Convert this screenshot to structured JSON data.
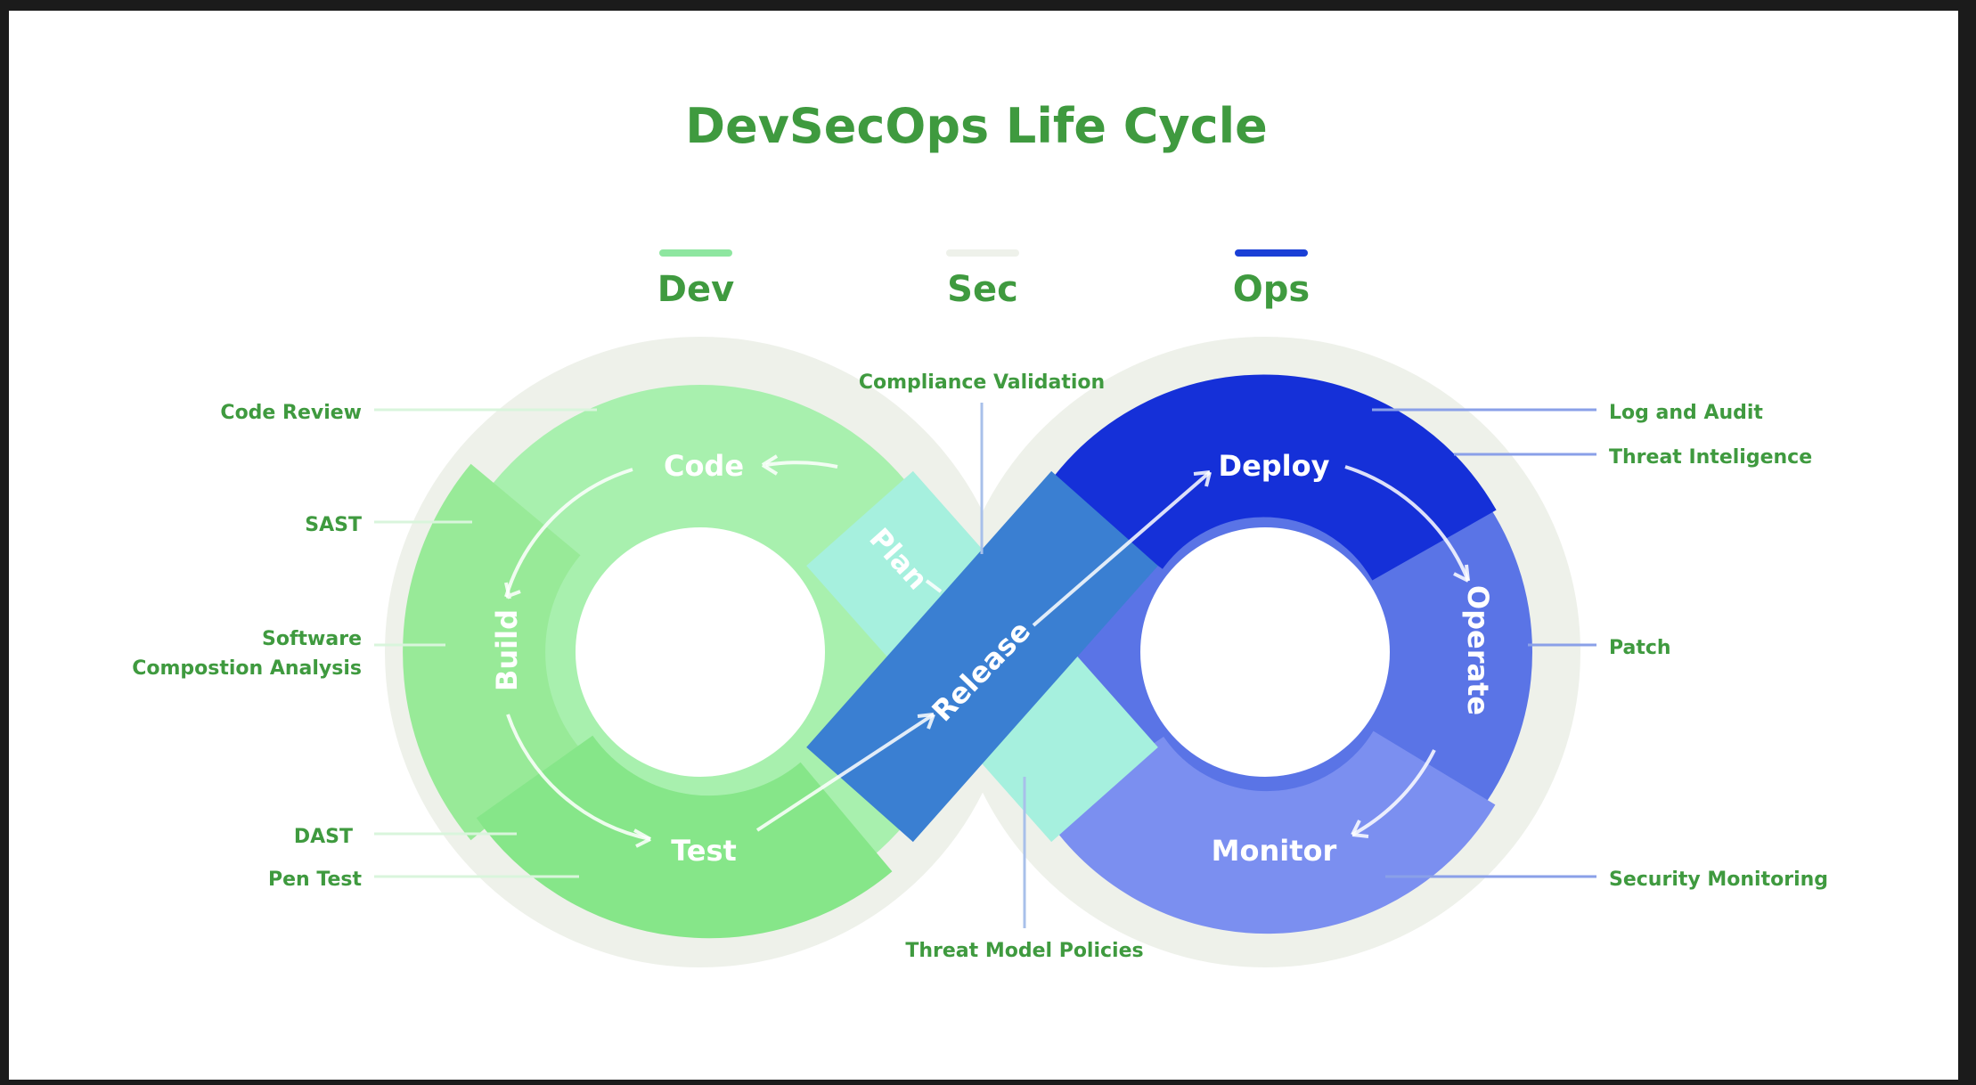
{
  "title": "DevSecOps Life Cycle",
  "legend": [
    {
      "label": "Dev",
      "color": "#8ee6a0"
    },
    {
      "label": "Sec",
      "color": "#eef1ea"
    },
    {
      "label": "Ops",
      "color": "#1a3fd6"
    }
  ],
  "stages": {
    "code": "Code",
    "build": "Build",
    "test": "Test",
    "plan": "Plan",
    "release": "Release",
    "deploy": "Deploy",
    "operate": "Operate",
    "monitor": "Monitor"
  },
  "left_callouts": {
    "code_review": "Code Review",
    "sast": "SAST",
    "sca_line1": "Software",
    "sca_line2": "Compostion Analysis",
    "dast": "DAST",
    "pen_test": "Pen Test"
  },
  "right_callouts": {
    "log_audit": "Log and Audit",
    "threat_intel": "Threat Inteligence",
    "patch": "Patch",
    "security_monitoring": "Security Monitoring"
  },
  "center_callouts": {
    "compliance": "Compliance Validation",
    "threat_model": "Threat Model Policies"
  },
  "colors": {
    "title": "#3f9a3f",
    "label": "#3f9a3f",
    "dev_light": "#a8f0ae",
    "dev_mid": "#8ee68e",
    "plan": "#a6f0de",
    "release": "#3a7fd2",
    "deploy": "#1530d8",
    "operate": "#5a74e6",
    "monitor": "#7b8ff0",
    "halo": "#eef1ea"
  }
}
